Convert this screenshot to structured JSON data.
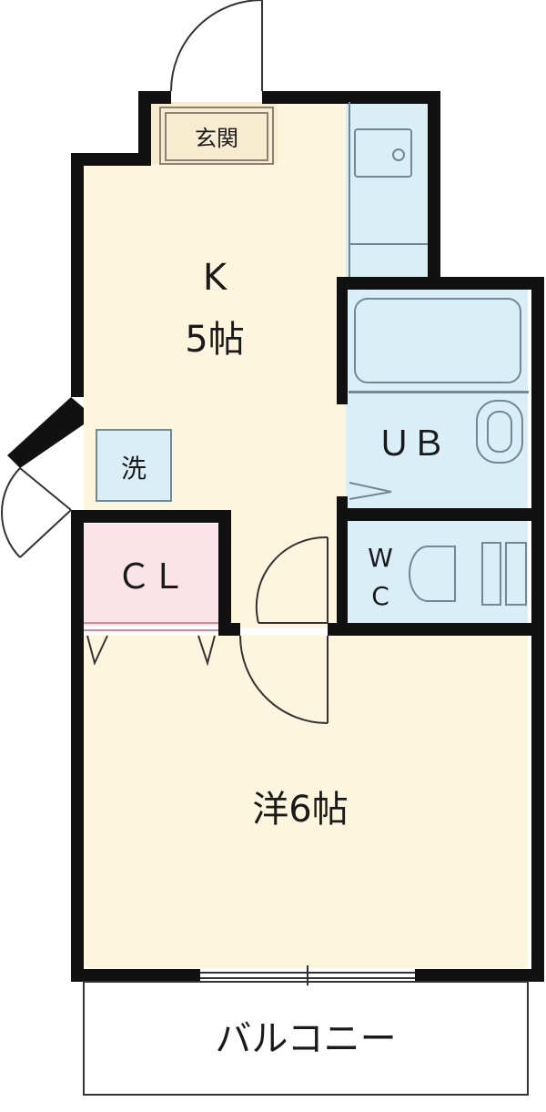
{
  "rooms": {
    "entrance": "玄関",
    "kitchen_name": "K",
    "kitchen_size": "5帖",
    "laundry": "洗",
    "closet": "ＣＬ",
    "bath": "ＵＢ",
    "toilet_w": "W",
    "toilet_c": "C",
    "western_room": "洋6帖",
    "balcony": "バルコニー"
  },
  "colors": {
    "floor": "#fdf5dd",
    "wet_area": "#d9eef7",
    "closet": "#fbe3ea",
    "wall": "#111111",
    "fixture_line": "#6f8a96"
  }
}
